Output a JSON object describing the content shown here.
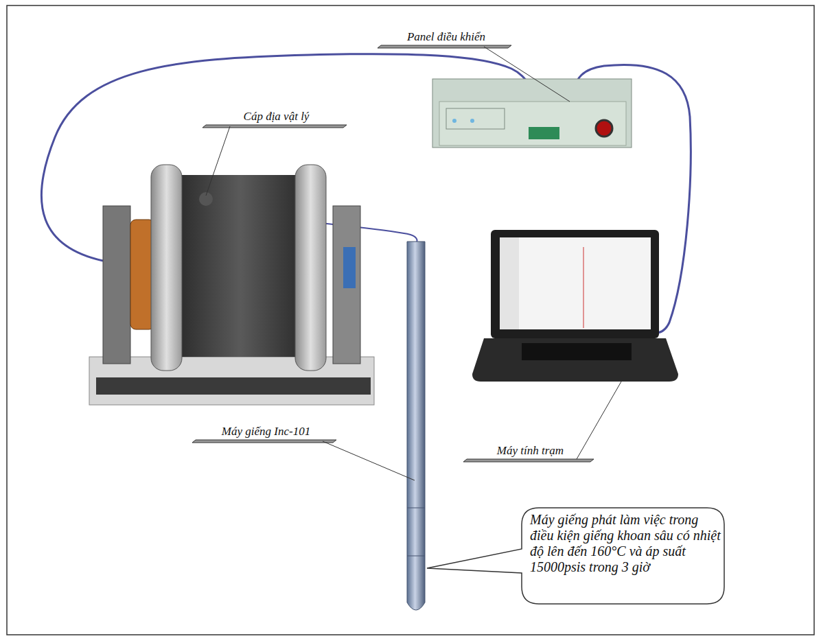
{
  "diagram": {
    "nodes": [
      {
        "text": [
          "Máy giếng phát làm việc trong điều kiện giếng khoan sâu có nhiệt độ lên đến 160°C và áp suất 15000psis trong 3 giờ"
        ]
      }
    ],
    "labels": [
      "Panel điều khiển",
      "Cáp địa vật lý",
      "Máy giếng Inc-101",
      "Máy tính trạm"
    ]
  }
}
